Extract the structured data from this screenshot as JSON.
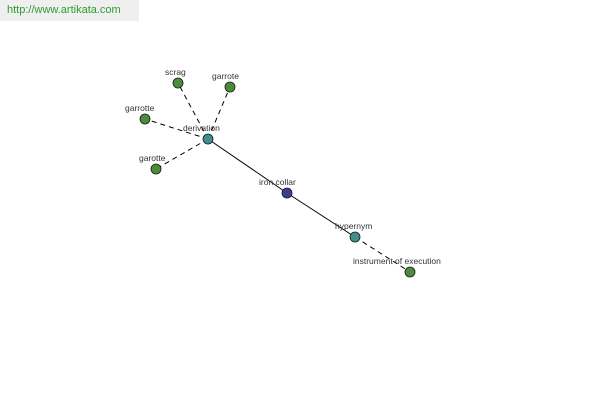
{
  "watermark": {
    "url_text": "http://www.artikata.com"
  },
  "colors": {
    "leaf": "#4a8c3a",
    "relation": "#3f8f8f",
    "center": "#3a3f8f"
  },
  "graph": {
    "center": {
      "label": "iron collar",
      "kind": "center"
    },
    "nodes": [
      {
        "id": "derivation",
        "label": "derivation",
        "kind": "relation"
      },
      {
        "id": "hypernym",
        "label": "hypernym",
        "kind": "relation"
      },
      {
        "id": "scrag",
        "label": "scrag",
        "kind": "leaf"
      },
      {
        "id": "garrote",
        "label": "garrote",
        "kind": "leaf"
      },
      {
        "id": "garrotte1",
        "label": "garrotte",
        "kind": "leaf"
      },
      {
        "id": "garotte",
        "label": "garotte",
        "kind": "leaf"
      },
      {
        "id": "instrument",
        "label": "instrument of execution",
        "kind": "leaf"
      }
    ]
  }
}
